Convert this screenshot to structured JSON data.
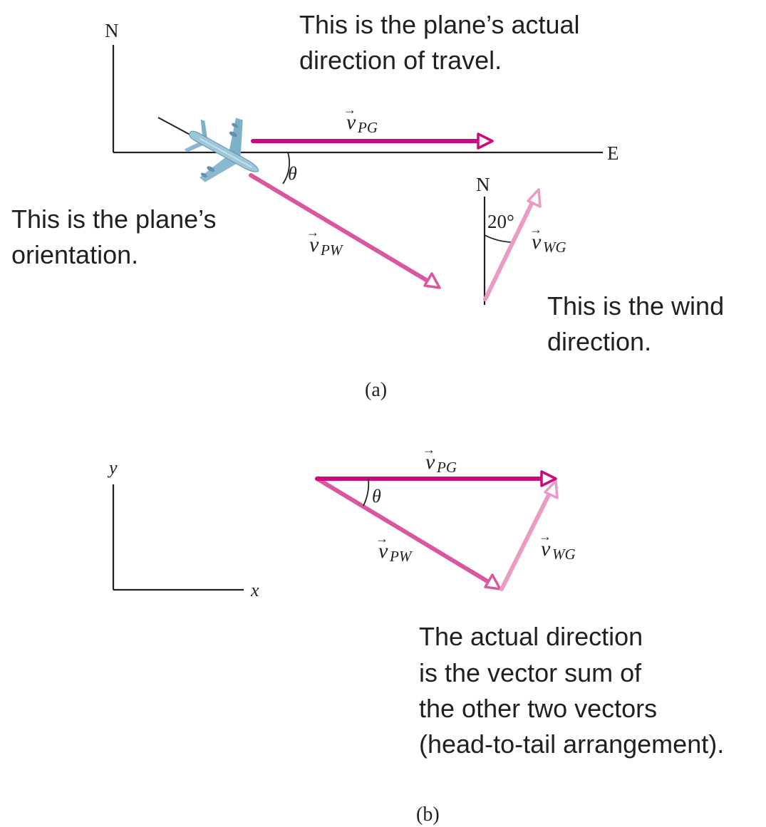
{
  "colors": {
    "pg_vector": "#cc0a7e",
    "pw_vector": "#d9579e",
    "wg_vector": "#e99bc4",
    "axis": "#231f20",
    "plane": "#8ab8d0"
  },
  "panel_a": {
    "north_label": "N",
    "east_label": "E",
    "wind_north_label": "N",
    "wind_angle_label": "20°",
    "theta_label": "θ",
    "vector_pg": {
      "symbol": "v",
      "subscript": "PG"
    },
    "vector_pw": {
      "symbol": "v",
      "subscript": "PW"
    },
    "vector_wg": {
      "symbol": "v",
      "subscript": "WG"
    },
    "caption_travel": [
      "This is the plane’s actual",
      "direction of travel."
    ],
    "caption_orientation": [
      "This is the plane’s",
      "orientation."
    ],
    "caption_wind": [
      "This is the wind",
      "direction."
    ],
    "part_label": "(a)",
    "plane_icon": "airplane-icon"
  },
  "panel_b": {
    "y_label": "y",
    "x_label": "x",
    "theta_label": "θ",
    "vector_pg": {
      "symbol": "v",
      "subscript": "PG"
    },
    "vector_pw": {
      "symbol": "v",
      "subscript": "PW"
    },
    "vector_wg": {
      "symbol": "v",
      "subscript": "WG"
    },
    "caption_sum": [
      "The actual direction",
      "is the vector sum of",
      "the other two vectors",
      "(head-to-tail arrangement)."
    ],
    "part_label": "(b)"
  }
}
